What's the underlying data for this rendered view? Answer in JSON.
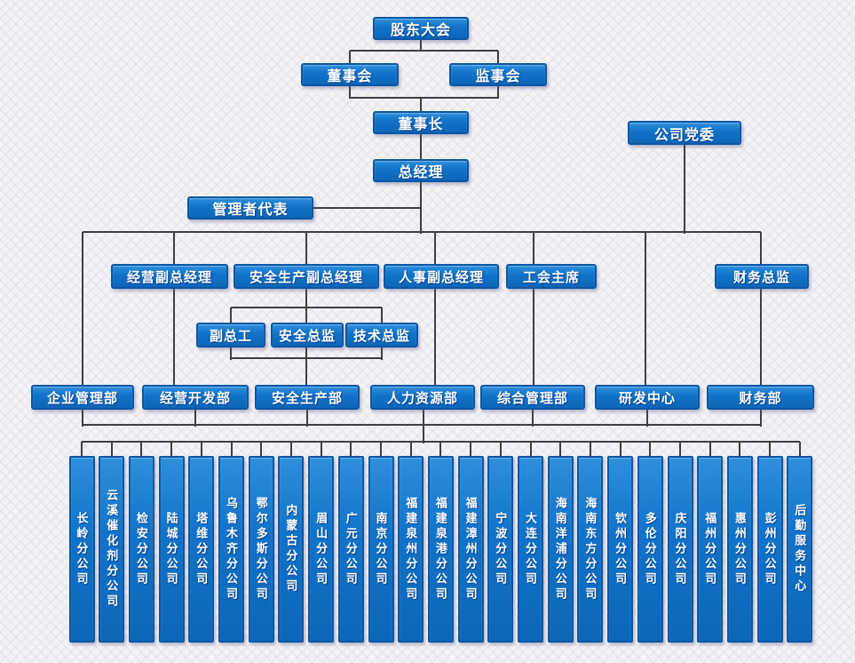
{
  "colors": {
    "box_fill": "#1173c8",
    "box_fill_light": "#2f8fdd",
    "box_border": "#0a57a4",
    "line": "#3f3f3f",
    "background": "#f4f3f6",
    "text": "#ffffff"
  },
  "nodes": {
    "shareholders_meeting": {
      "label": "股东大会"
    },
    "board_of_directors": {
      "label": "董事会"
    },
    "supervisory_board": {
      "label": "监事会"
    },
    "chairman": {
      "label": "董事长"
    },
    "party_committee": {
      "label": "公司党委"
    },
    "general_manager": {
      "label": "总经理"
    },
    "management_representative": {
      "label": "管理者代表"
    },
    "vp_operations": {
      "label": "经营副总经理"
    },
    "vp_safety_production": {
      "label": "安全生产副总经理"
    },
    "vp_hr": {
      "label": "人事副总经理"
    },
    "union_chairman": {
      "label": "工会主席"
    },
    "cfo": {
      "label": "财务总监"
    },
    "deputy_chief_engineer": {
      "label": "副总工"
    },
    "safety_director": {
      "label": "安全总监"
    },
    "technical_director": {
      "label": "技术总监"
    },
    "dept_enterprise_management": {
      "label": "企业管理部"
    },
    "dept_business_development": {
      "label": "经营开发部"
    },
    "dept_safety_production": {
      "label": "安全生产部"
    },
    "dept_human_resources": {
      "label": "人力资源部"
    },
    "dept_general_management": {
      "label": "综合管理部"
    },
    "rd_center": {
      "label": "研发中心"
    },
    "dept_finance": {
      "label": "财务部"
    }
  },
  "branches": [
    "长岭分公司",
    "云溪催化剂分公司",
    "检安分公司",
    "陆城分公司",
    "塔维分公司",
    "乌鲁木齐分公司",
    "鄂尔多斯分公司",
    "内蒙古分公司",
    "眉山分公司",
    "广元分公司",
    "南京分公司",
    "福建泉州分公司",
    "福建泉港分公司",
    "福建漳州分公司",
    "宁波分公司",
    "大连分公司",
    "海南洋浦分公司",
    "海南东方分公司",
    "钦州分公司",
    "多伦分公司",
    "庆阳分公司",
    "福州分公司",
    "惠州分公司",
    "彭州分公司",
    "后勤服务中心"
  ]
}
